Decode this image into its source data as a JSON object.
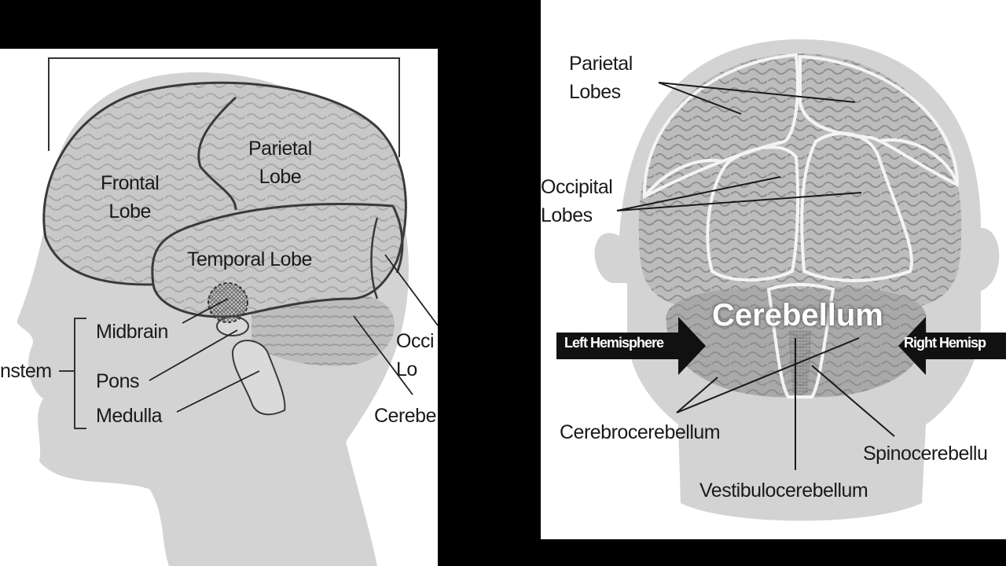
{
  "lateral_view": {
    "labels": {
      "frontal": "Frontal\nLobe",
      "parietal": "Parietal\nLobe",
      "temporal": "Temporal Lobe",
      "midbrain": "Midbrain",
      "pons": "Pons",
      "medulla": "Medulla",
      "brainstem": "nstem",
      "occipital": "Occi\nLo",
      "cerebellum": "Cerebe"
    }
  },
  "posterior_view": {
    "labels": {
      "parietal": "Parietal\nLobes",
      "occipital": "Occipital\nLobes",
      "cerebellum": "Cerebellum",
      "left_hemisphere": "Left Hemisphere",
      "right_hemisphere": "Right Hemisp",
      "cerebrocerebellum": "Cerebrocerebellum",
      "spinocerebellum": "Spinocerebellu",
      "vestibulocerebellum": "Vestibulocerebellum"
    }
  },
  "colors": {
    "silhouette": "#d3d3d3",
    "brain": "#c4c4c4",
    "outline": "#3a3a3a",
    "background": "#000000"
  }
}
